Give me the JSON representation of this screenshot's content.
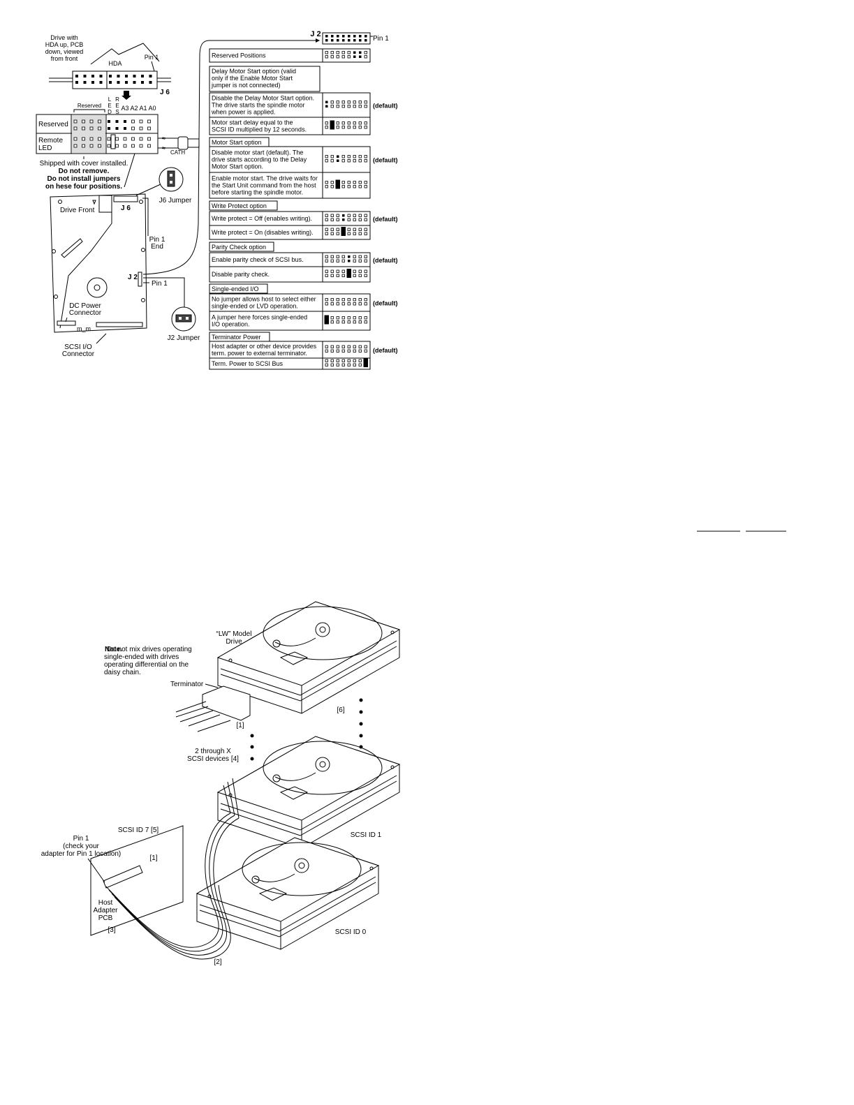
{
  "top_left": {
    "drive_caption": [
      "Drive with",
      "HDA up, PCB",
      "down, viewed",
      "from front"
    ],
    "hda_label": "HDA",
    "pin1_label": "Pin 1",
    "j6_label": "J 6",
    "reserved_header": "Reserved",
    "col_headers": [
      "L",
      "E",
      "D",
      "R",
      "E",
      "S",
      "A3",
      "A2",
      "A1",
      "A0"
    ],
    "row_reserved": "Reserved",
    "row_remote_led": [
      "Remote",
      "LED"
    ],
    "cath_label": "CATH",
    "shipped_note": "Shipped with cover installed.",
    "do_not_remove": "Do not remove.",
    "do_not_install": "Do not install jumpers",
    "on_positions": "on  hese four positions.",
    "drive_front": "Drive Front",
    "j6_board": "J 6",
    "j6_jumper": "J6 Jumper",
    "pin1_end": [
      "Pin 1",
      "End"
    ],
    "j2_board": "J 2",
    "pin1_j2": "Pin 1",
    "dc_power": [
      "DC Power",
      "Connector"
    ],
    "scsi_io": [
      "SCSI I/O",
      "Connector"
    ],
    "j2_jumper": "J2 Jumper"
  },
  "options_table": {
    "j2_header": "J 2",
    "pin1": "Pin 1",
    "default_label": "(default)",
    "reserved_positions": "Reserved Positions",
    "delay_motor_header": [
      "Delay Motor Start option (valid",
      "only if the Enable Motor Start",
      "jumper is not connected)"
    ],
    "disable_delay": [
      "Disable the Delay Motor Start option.",
      "The drive starts the spindle motor",
      "when power is applied."
    ],
    "motor_delay": [
      "Motor start delay equal to the",
      "SCSI ID multiplied by 12 seconds."
    ],
    "motor_start_header": "Motor Start option",
    "disable_motor": [
      "Disable motor start (default). The",
      "drive starts according to the Delay",
      "Motor Start option."
    ],
    "enable_motor": [
      "Enable motor start. The drive waits for",
      "the Start Unit command from the host",
      "before starting the spindle motor."
    ],
    "write_protect_header": "Write Protect option",
    "wp_off": "Write protect = Off (enables writing).",
    "wp_on": "Write protect = On (disables writing).",
    "parity_header": "Parity Check option",
    "parity_enable": "Enable parity check of SCSI bus.",
    "parity_disable": "Disable parity check.",
    "se_header": "Single-ended I/O",
    "se_none": [
      "No jumper allows host to select either",
      "single-ended or LVD operation."
    ],
    "se_force": [
      "A jumper here forces single-ended",
      "I/O operation."
    ],
    "term_header": "Terminator Power",
    "term_host": [
      "Host adapter or other device provides",
      "term. power to external terminator."
    ],
    "term_bus": "Term. Power to SCSI Bus"
  },
  "bottom": {
    "note_bold": "Note.",
    "note_text": [
      "Do not mix drives operating",
      "single-ended with drives",
      "operating differential on the",
      "daisy chain."
    ],
    "lw_model": [
      "“LW” Model",
      "Drive"
    ],
    "terminator": "Terminator",
    "ref6": "[6]",
    "ref1a": "[1]",
    "devices": [
      "2 through X",
      "SCSI devices [4]"
    ],
    "scsi_id1": "SCSI ID 1",
    "scsi_id7": "SCSI ID 7 [5]",
    "pin1_adapter": [
      "Pin 1",
      "(check your",
      "adapter for Pin 1 location)"
    ],
    "ref1b": "[1]",
    "host_adapter": [
      "Host",
      "Adapter",
      "PCB"
    ],
    "ref3": "[3]",
    "scsi_id0": "SCSI ID 0",
    "ref2": "[2]"
  }
}
